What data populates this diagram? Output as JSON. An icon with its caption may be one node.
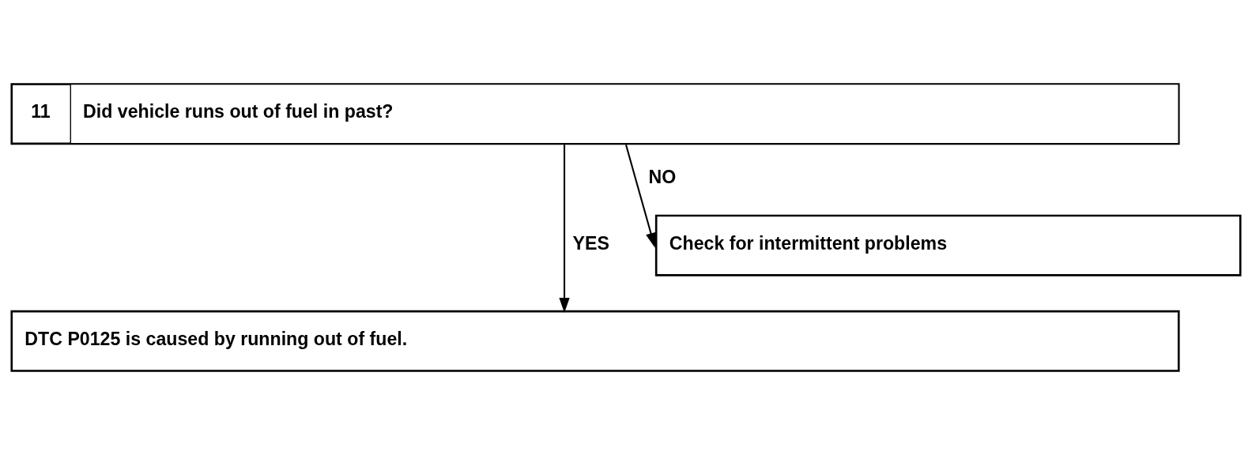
{
  "diagram": {
    "nodes": [
      {
        "text": [
          "11",
          "Did vehicle runs out of fuel in past?"
        ]
      },
      {
        "text": [
          "Check for intermittent problems"
        ]
      },
      {
        "text": [
          "DTC P0125 is caused by running out of fuel."
        ]
      }
    ],
    "edges": [
      {
        "from": 0,
        "to": 1,
        "arrow": "to",
        "label": "NO"
      },
      {
        "from": 0,
        "to": 2,
        "arrow": "to",
        "label": "YES"
      }
    ]
  }
}
